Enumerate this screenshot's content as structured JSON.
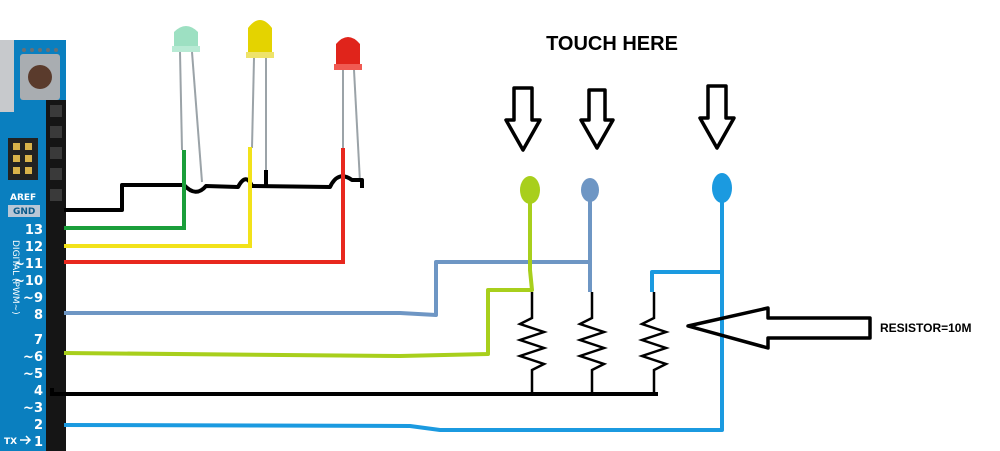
{
  "labels": {
    "touch_here": "TOUCH HERE",
    "resistor": "RESISTOR=10M",
    "aref": "AREF",
    "gnd": "GND",
    "digital": "DIGITAL (PWM~)",
    "tx": "TX",
    "pins": {
      "p13": "13",
      "p12": "12",
      "p11": "~11",
      "p10": "~10",
      "p9": "~9",
      "p8": "8",
      "p7": "7",
      "p6": "~6",
      "p5": "~5",
      "p4": "4",
      "p3": "~3",
      "p2": "2",
      "p1": "1"
    }
  },
  "colors": {
    "board": "#0a7fbf",
    "ground_wire": "#000000",
    "green_wire": "#1a9e3a",
    "yellow_wire": "#f2e21a",
    "red_wire": "#e8281e",
    "steel_blue_wire": "#6e96c4",
    "lime_wire": "#a8cf1c",
    "cyan_wire": "#1b9ae0",
    "led_green": "#9de0c2",
    "led_yellow": "#e4d300",
    "led_red": "#e0241b"
  }
}
